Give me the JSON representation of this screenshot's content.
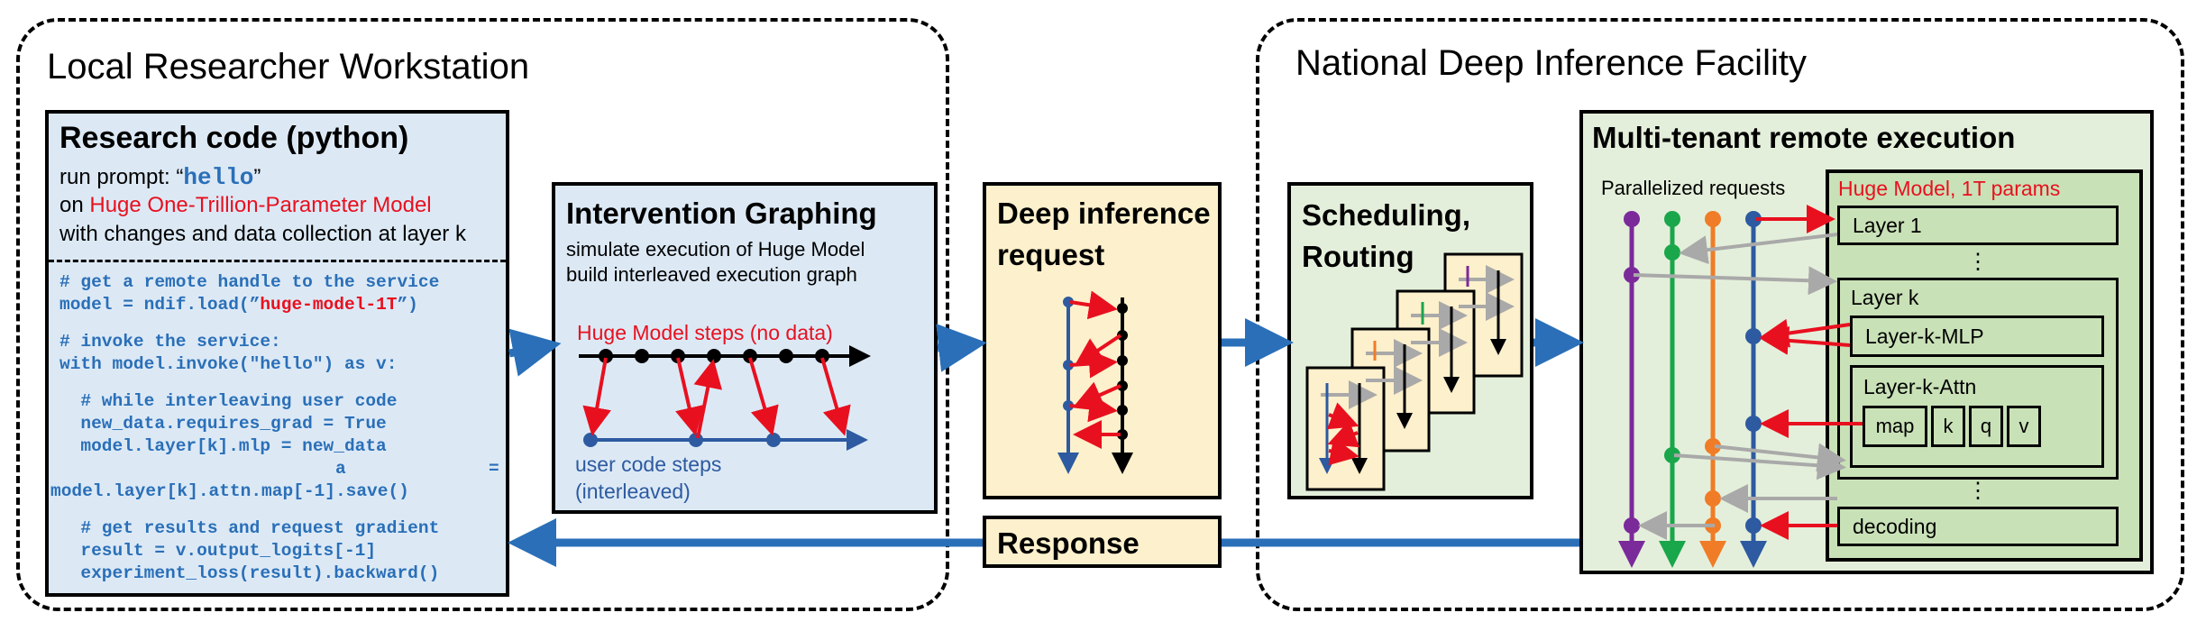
{
  "local": {
    "title": "Local Researcher Workstation",
    "research": {
      "header": "Research code (python)",
      "line1_prefix": "run prompt: “",
      "line1_prompt": "hello",
      "line1_suffix": "”",
      "line2_prefix": "on ",
      "line2_model": "Huge One-Trillion-Parameter Model",
      "line3": "with changes and data collection at layer k",
      "code": [
        "# get a remote handle to the service",
        "model = ndif.load(”",
        "huge-model-1T",
        "”)",
        "# invoke the service:",
        "with model.invoke(\"hello\") as v:",
        "  # while interleaving user code",
        "  new_data.requires_grad = True",
        "  model.layer[k].mlp = new_data",
        "a",
        "=",
        "model.layer[k].attn.map[-1].save()",
        "  # get results and request gradient",
        "  result = v.output_logits[-1]",
        "  experiment_loss(result).backward()"
      ]
    },
    "graphing": {
      "header": "Intervention Graphing",
      "line1": "simulate execution of Huge Model",
      "line2": "build interleaved execution graph",
      "model_steps": "Huge Model steps (no data)",
      "user_steps_1": "user code steps",
      "user_steps_2": "(interleaved)"
    }
  },
  "request": {
    "header_1": "Deep inference",
    "header_2": "request"
  },
  "response": {
    "label": "Response"
  },
  "facility": {
    "title": "National Deep Inference Facility",
    "scheduling": {
      "header_1": "Scheduling,",
      "header_2": "Routing"
    },
    "remote": {
      "header": "Multi-tenant remote execution",
      "parallel": "Parallelized requests",
      "model_title": "Huge Model, 1T params",
      "layer1": "Layer 1",
      "layerk": "Layer k",
      "mlp": "Layer-k-MLP",
      "attn": "Layer-k-Attn",
      "attn_parts": [
        "map",
        "k",
        "q",
        "v"
      ],
      "decoding": "decoding",
      "ellipsis": "⋮"
    }
  },
  "colors": {
    "arrow_blue": "#2a6fb8",
    "red": "#e8101f",
    "purple": "#7b2a9a",
    "green": "#1aa64a",
    "orange": "#f07c27",
    "navy": "#2d5aa0",
    "gray": "#a9a9a9"
  }
}
